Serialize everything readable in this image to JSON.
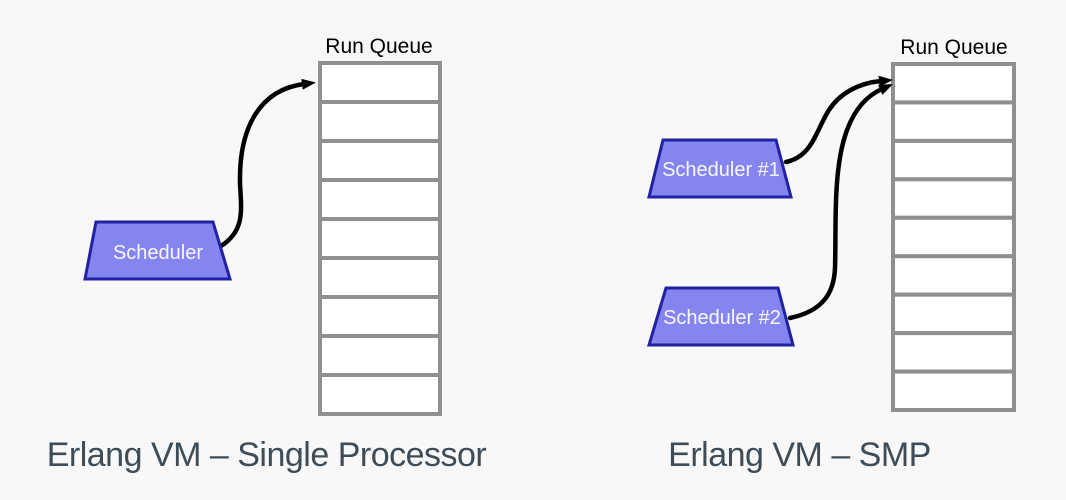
{
  "colors": {
    "page_bg": "#f8f8f8",
    "scheduler_fill": "#8585ef",
    "scheduler_border": "#2121a3",
    "scheduler_text": "#f8f8ff",
    "queue_border": "#8f8f8f",
    "queue_fill": "#ffffff",
    "arrow": "#000000",
    "caption": "#3e4c57",
    "queue_label": "#000000"
  },
  "left_diagram": {
    "queue_label": "Run Queue",
    "queue_rows": 9,
    "schedulers": [
      {
        "label": "Scheduler"
      }
    ],
    "caption": "Erlang VM – Single Processor"
  },
  "right_diagram": {
    "queue_label": "Run Queue",
    "queue_rows": 9,
    "schedulers": [
      {
        "label": "Scheduler #1"
      },
      {
        "label": "Scheduler #2"
      }
    ],
    "caption": "Erlang VM – SMP"
  }
}
